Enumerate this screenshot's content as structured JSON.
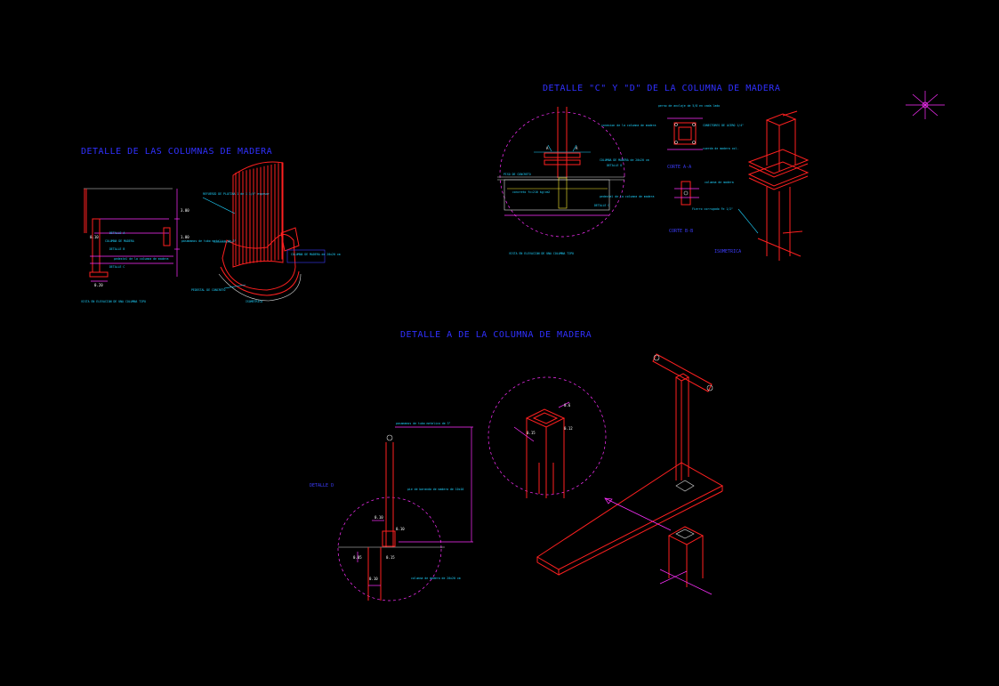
{
  "titles": {
    "columns_detail": "DETALLE DE LAS COLUMNAS DE MADERA",
    "cd_detail": "DETALLE \"C\"  Y \"D\" DE LA COLUMNA DE MADERA",
    "a_detail": "DETALLE A DE LA COLUMNA DE MADERA"
  },
  "left_group": {
    "view_label": "VISTA EN ELEVACION DE UNA COLUMNA TIPO",
    "iso_label": "ISOMETRICA",
    "detail_a": "DETALLE A",
    "detail_b": "DETALLE B",
    "detail_c": "DETALLE C",
    "notes": [
      "REFUERZO DE PLATINA 1 de 1 1/4\" espesor",
      "pasamanos de tubo metalico de 3\"",
      "COLUMNA DE MADERA de 20x20 cm",
      "PEDESTAL DE CONCRETO",
      "COLUMNA DE MADERA",
      "pedestal de la columna de madera"
    ],
    "dims": [
      "3.00",
      "1.00",
      "0.10",
      "0.20"
    ]
  },
  "right_group": {
    "view_label": "VISTA EN ELEVACION DE UNA COLUMNA TIPO",
    "iso_label": "ISOMETRICA",
    "corte_a": "CORTE A-A",
    "corte_b": "CORTE B-B",
    "detalle_c": "DETALLE C",
    "detalle_d": "DETALLE D",
    "section_a": "A",
    "notes": [
      "perno de anclaje de 5/8 en cada lado",
      "conexion de la columna de madera",
      "CONECTORES DE ACERO 1/4\"",
      "cuerda de madera col.",
      "columna de madera",
      "Fierro corrugado Fe 1/2\"",
      "pedestal de la columna de madera",
      "concreto fc=210 kg/cm2",
      "COLUMNA DE MADERA de 20x20 cm",
      "PISO DE CONCRETO"
    ]
  },
  "bottom_group": {
    "detalle_d": "DETALLE D",
    "notes": [
      "pasamanos de tubo metalico de 3\"",
      "pie de baranda de madera de 10x10",
      "columna de madera de 20x20 cm"
    ],
    "dims": [
      "0.6",
      "0.15",
      "0.12",
      "0.10",
      "0.15",
      "0.10",
      "0.05"
    ]
  },
  "colors": {
    "background": "#000000",
    "title": "#3030ff",
    "geometry": "#ff2020",
    "dimension": "#ff30ff",
    "note": "#1fd3ff",
    "hatch": "#ffee33"
  }
}
